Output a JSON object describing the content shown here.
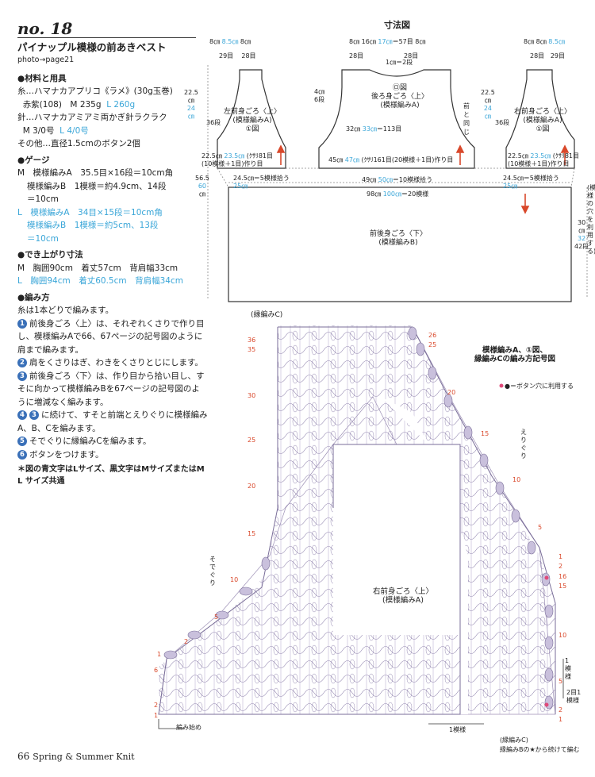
{
  "header": {
    "number": "no. 18",
    "title": "パイナップル模様の前あきベスト",
    "photo_ref": "photo→page21"
  },
  "materials": {
    "heading": "●材料と用具",
    "yarn_line1": "糸…ハマナカアプリコ《ラメ》(30g玉巻)",
    "yarn_line2_black": "赤紫(108)　M 235g",
    "yarn_line2_blue": "L 260g",
    "needle_line1": "針…ハマナカアミアミ両かぎ針ラクラク",
    "needle_line2_black": "M 3/0号",
    "needle_line2_blue": "L 4/0号",
    "other": "その他…直径1.5cmのボタン2個"
  },
  "gauge": {
    "heading": "●ゲージ",
    "m_a": "M　模様編みA　35.5目×16段＝10cm角",
    "m_b1": "模様編みB　1模様＝約4.9cm、14段",
    "m_b2": "＝10cm",
    "l_a": "L　模様編みA　34目×15段＝10cm角",
    "l_b1": "模様編みB　1模様＝約5cm、13段",
    "l_b2": "＝10cm"
  },
  "size": {
    "heading": "●でき上がり寸法",
    "m_line": "M　胸囲90cm　着丈57cm　背肩幅33cm",
    "l_line": "L　胸囲94cm　着丈60.5cm　背肩幅34cm"
  },
  "method": {
    "heading": "●編み方",
    "intro": "糸は1本どりで編みます。",
    "steps": [
      {
        "n": "1",
        "text": "前後身ごろ〈上〉は、それぞれくさりで作り目し、模様編みAで66、67ページの記号図のように肩まで編みます。"
      },
      {
        "n": "2",
        "text": "肩をくさりはぎ、わきをくさりとじにします。"
      },
      {
        "n": "3",
        "text": "前後身ごろ〈下〉は、作り目から拾い目し、すそに向かって模様編みBを67ページの記号図のように増減なく編みます。"
      },
      {
        "n": "4",
        "text": "に続けて、すそと前端とえりぐりに模様編みA、B、Cを編みます。",
        "ref": "3"
      },
      {
        "n": "5",
        "text": "そでぐりに縁編みCを編みます。"
      },
      {
        "n": "6",
        "text": "ボタンをつけます。"
      }
    ],
    "note": "＊図の青文字はLサイズ、黒文字はMサイズまたはM L サイズ共通"
  },
  "schematic": {
    "title": "寸法図",
    "left_front": {
      "name": "左前身ごろ〈上〉",
      "pattern": "(模様編みA)",
      "figure": "①図"
    },
    "back": {
      "name": "後ろ身ごろ〈上〉",
      "pattern": "(模様編みA)",
      "figure": "㋺図"
    },
    "right_front": {
      "name": "右前身ごろ〈上〉",
      "pattern": "(模様編みA)",
      "figure": "①図"
    },
    "lower": {
      "name": "前後身ごろ〈下〉",
      "pattern": "(模様編みB)"
    },
    "dims": {
      "shoulder_8": "8㎝",
      "shoulder_85": "8.5㎝",
      "st_29": "29目",
      "st_28": "28目",
      "back_neck": "16㎝",
      "back_neck_l": "17㎝",
      "st_57": "57目",
      "cm1": "1㎝＝2段",
      "h225": "22.5",
      "h24": "24",
      "cm": "㎝",
      "st_36": "36段",
      "h4": "4㎝",
      "st_6": "6段",
      "back_width": "32㎝",
      "back_width_l": "33㎝",
      "st_113": "113目",
      "front_armhole": "前と同じ",
      "front_chain": "22.5㎝",
      "front_chain_l": "23.5㎝",
      "front_chain_st": "(ｸｻﾘ81目",
      "front_chain_rep": "(10模様＋1目)作り目",
      "back_chain": "45㎝",
      "back_chain_l": "47㎝",
      "back_chain_st": "(ｸｻﾘ161目(20模様＋1目)作り目",
      "pickup_side": "24.5㎝＝5模様拾う",
      "pickup_side_l": "25㎝",
      "pickup_back": "49㎝",
      "pickup_back_l": "50㎝",
      "pickup_back_rep": "＝10模様拾う",
      "hem": "98㎝",
      "hem_l": "100㎝",
      "hem_rep": "＝20模様",
      "total_h": "56.5",
      "total_h_l": "60",
      "lower_h": "30",
      "lower_h_l": "32",
      "lower_st": "42段",
      "buttonhole": "(模様の穴を利用する)"
    }
  },
  "chart": {
    "legend_title1": "模様編みA、①図、",
    "legend_title2": "縁編みCの編み方記号図",
    "button_note": "●＝ボタン穴に利用する",
    "edge_c_top": "(縁編みC)",
    "edge_c_bottom": "(縁編みC)",
    "edge_b_note": "縁編みBの★から続けて編む",
    "piece_name": "右前身ごろ〈上〉",
    "piece_pattern": "(模様編みA)",
    "neckline": "えりぐり",
    "armhole": "そでぐり",
    "start": "編み始め",
    "one_rep_bottom": "1模様",
    "one_rep_side": "1模様",
    "rep_note": "2目1模様",
    "rows_left": [
      "36",
      "35",
      "30",
      "25",
      "20",
      "15",
      "10",
      "5",
      "2",
      "1",
      "6",
      "2",
      "1"
    ],
    "rows_right": [
      "26",
      "25",
      "20",
      "15",
      "10",
      "5",
      "1",
      "2",
      "16",
      "15",
      "10",
      "5",
      "2",
      "1"
    ]
  },
  "footer": {
    "page": "66",
    "title": "Spring & Summer Knit"
  },
  "colors": {
    "accent_blue": "#3aa6d8",
    "accent_red": "#d9482b",
    "circle_blue": "#3a70b8"
  }
}
